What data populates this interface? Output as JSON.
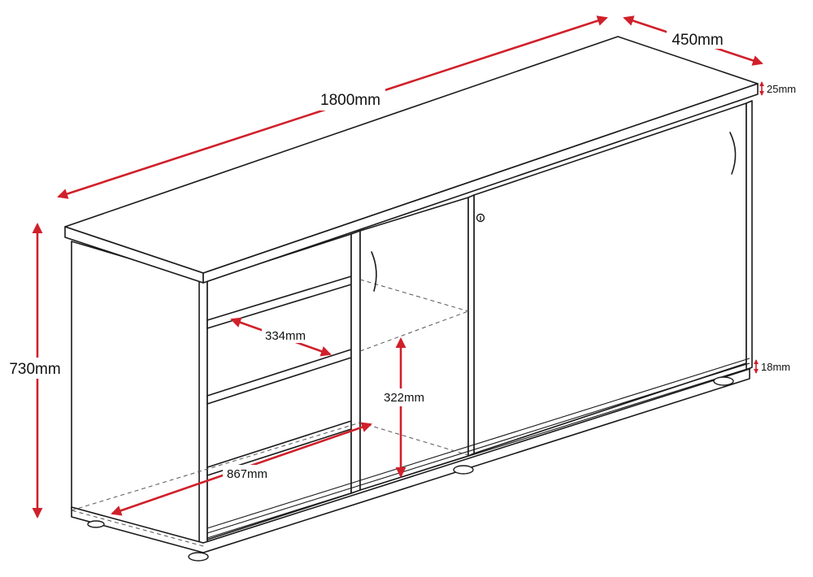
{
  "dimensions": {
    "width": "1800mm",
    "depth": "450mm",
    "height": "730mm",
    "top_thickness": "25mm",
    "plinth": "18mm",
    "shelf_depth": "334mm",
    "shelf_gap": "322mm",
    "inner_width": "867mm"
  },
  "colors": {
    "dimension_arrow": "#d0202a",
    "outline": "#1a1a1a",
    "background": "#ffffff"
  },
  "icons": {
    "lock": "keyhole-icon",
    "handle": "door-handle-icon"
  }
}
